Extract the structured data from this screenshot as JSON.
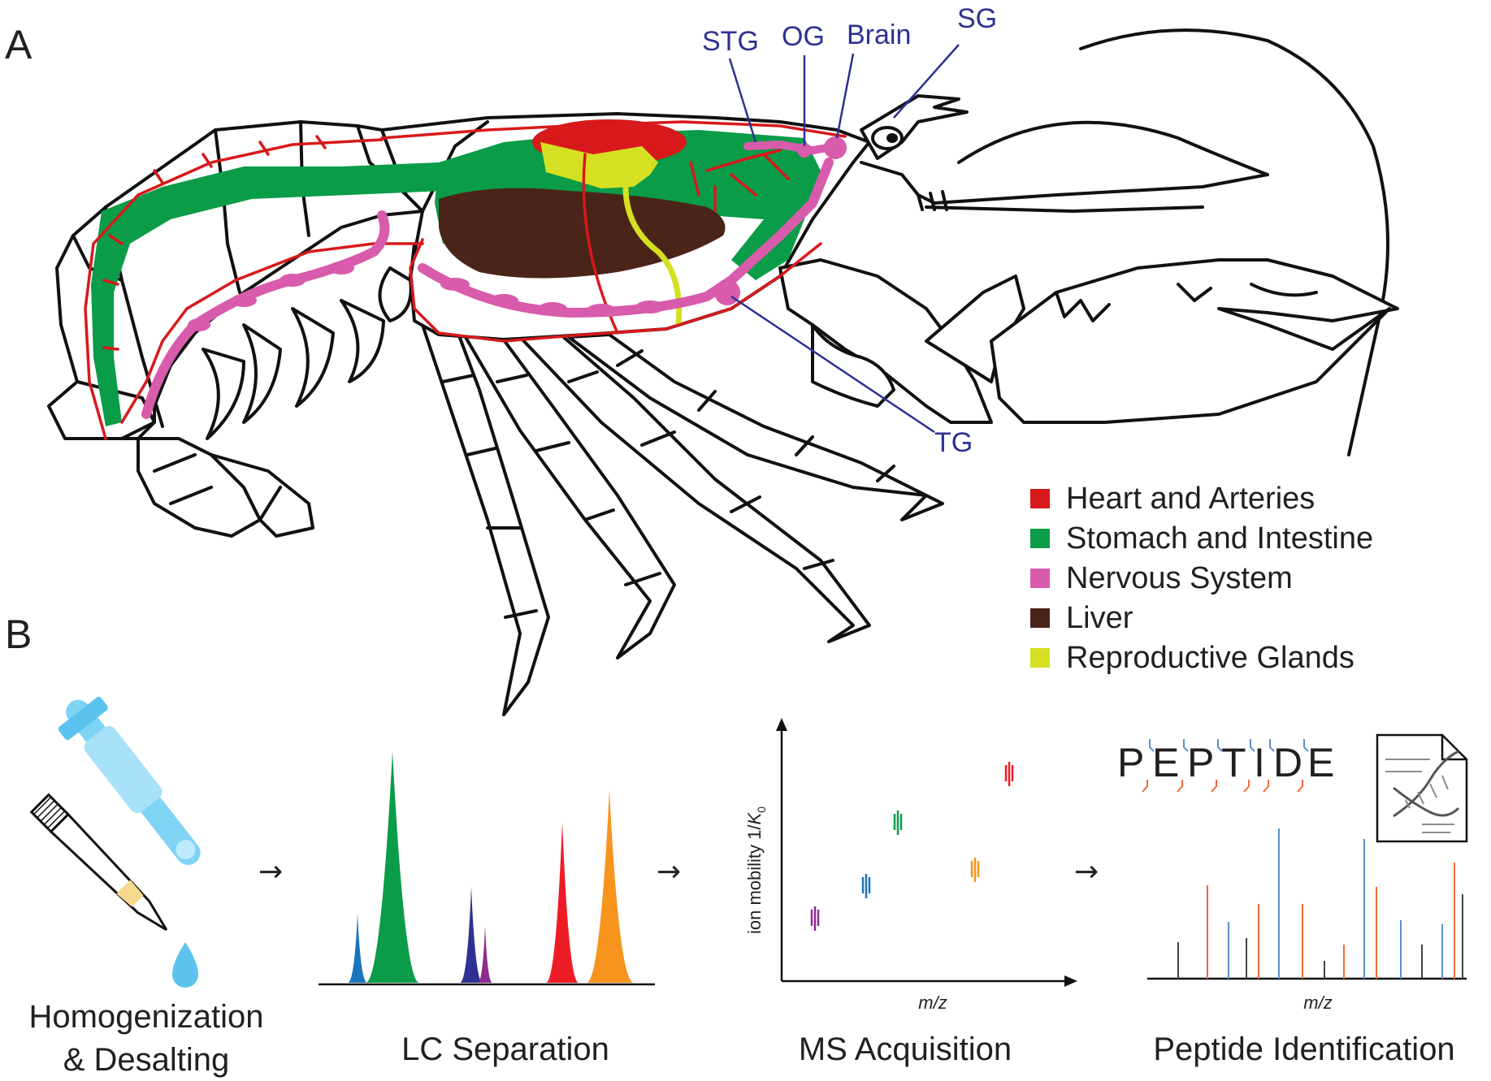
{
  "panels": {
    "a": "A",
    "b": "B"
  },
  "anatomy_labels": {
    "stg": "STG",
    "og": "OG",
    "brain": "Brain",
    "sg": "SG",
    "tg": "TG"
  },
  "legend": [
    {
      "label": "Heart and Arteries",
      "color": "#d7191c"
    },
    {
      "label": "Stomach and Intestine",
      "color": "#0a9c48"
    },
    {
      "label": "Nervous System",
      "color": "#d95bac"
    },
    {
      "label": "Liver",
      "color": "#4a2418"
    },
    {
      "label": "Reproductive Glands",
      "color": "#d4e021"
    }
  ],
  "workflow": {
    "steps": [
      {
        "line1": "Homogenization",
        "line2": "& Desalting"
      },
      {
        "line1": "LC Separation"
      },
      {
        "line1": "MS Acquisition"
      },
      {
        "line1": "Peptide Identification"
      }
    ],
    "arrow_glyph": "→",
    "ms_plot": {
      "ylabel_prefix": "ion mobility 1/",
      "ylabel_k": "K",
      "ylabel_sub": "0",
      "xlabel": "m/z"
    },
    "spectrum": {
      "xlabel": "m/z",
      "sequence": [
        "P",
        "E",
        "P",
        "T",
        "I",
        "D",
        "E"
      ]
    }
  },
  "colors": {
    "nerve_label": "#2e3192",
    "ion_blue": "#5b8fd1",
    "ion_orange": "#f26b3a",
    "peak_green": "#0a9c48",
    "peak_red": "#ee1c25",
    "peak_orange": "#f7941d",
    "peak_navy": "#2e3192",
    "peak_purple": "#8e2c90",
    "peak_blue": "#1b75bc",
    "tube_blue": "#7fd3f5"
  }
}
